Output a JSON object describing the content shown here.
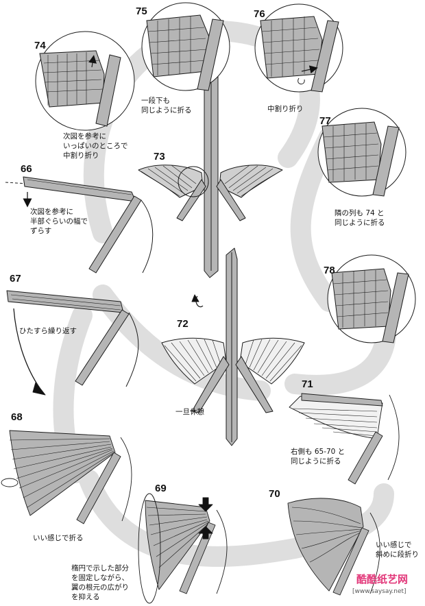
{
  "steps": {
    "s66": {
      "num": "66",
      "note": "次図を参考に\n半部ぐらいの幅で\nずらす"
    },
    "s67": {
      "num": "67",
      "note": "ひたすら繰り返す"
    },
    "s68": {
      "num": "68",
      "note": "いい感じで折る"
    },
    "s69": {
      "num": "69",
      "note": "楕円で示した部分\nを固定しながら、\n翼の根元の広がり\nを抑える"
    },
    "s70": {
      "num": "70",
      "note": "いい感じで\n斜めに段折り"
    },
    "s71": {
      "num": "71",
      "note": "右側も 65-70 と\n同じように折る"
    },
    "s72": {
      "num": "72",
      "note": "一旦休憩"
    },
    "s73": {
      "num": "73"
    },
    "s74": {
      "num": "74",
      "note": "次図を参考に\nいっぱいのところで\n中割り折り"
    },
    "s75": {
      "num": "75",
      "note": "一段下も\n同じように折る"
    },
    "s76": {
      "num": "76",
      "note": "中割り折り"
    },
    "s77": {
      "num": "77",
      "note": "隣の列も 74 と\n同じように折る"
    },
    "s78": {
      "num": "78"
    }
  },
  "watermark": {
    "brand": "酷酷纸艺网",
    "url": "[www.saysay.net]"
  },
  "colors": {
    "paper": "#b5b5b5",
    "paper_light": "#d4d4d4",
    "path": "#dedede",
    "line": "#1a1a1a"
  }
}
